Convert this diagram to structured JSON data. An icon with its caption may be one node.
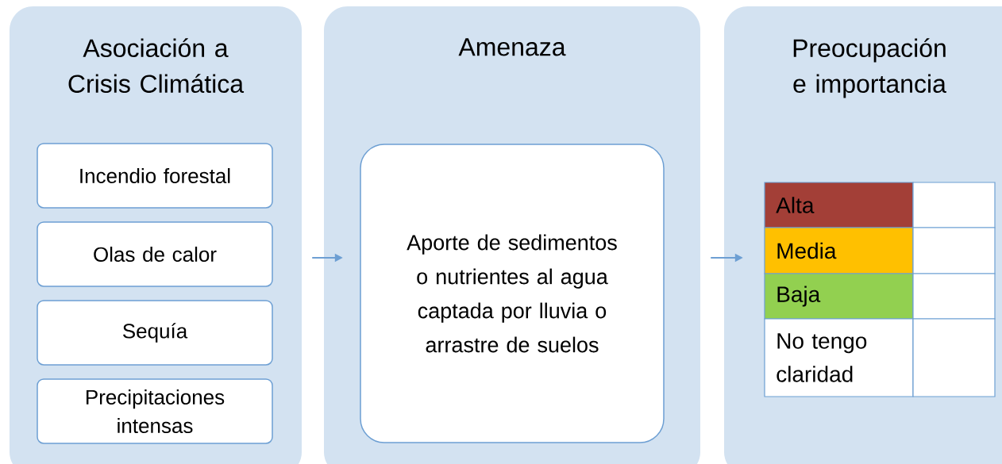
{
  "diagram": {
    "nodes": [
      {
        "text": [
          "Asociación a Crisis Climática"
        ]
      },
      {
        "text": [
          "Incendio forestal"
        ],
        "in": 0
      },
      {
        "text": [
          "Olas de calor"
        ],
        "in": 0
      },
      {
        "text": [
          "Sequía"
        ],
        "in": 0
      },
      {
        "text": [
          "Precipitaciones intensas"
        ],
        "in": 0
      },
      {
        "text": [
          "Amenaza"
        ]
      },
      {
        "text": [
          "Aporte de sedimentos o nutrientes al agua captada por lluvia o arrastre de suelos"
        ],
        "in": 5
      },
      {
        "text": [
          "Preocupación e importancia"
        ]
      }
    ],
    "edges": [
      {
        "from": 0,
        "to": 5,
        "arrow": "to"
      },
      {
        "from": 5,
        "to": 7,
        "arrow": "to"
      }
    ],
    "labels": [
      "Alta",
      "Media",
      "Baja",
      "No tengo claridad"
    ]
  }
}
